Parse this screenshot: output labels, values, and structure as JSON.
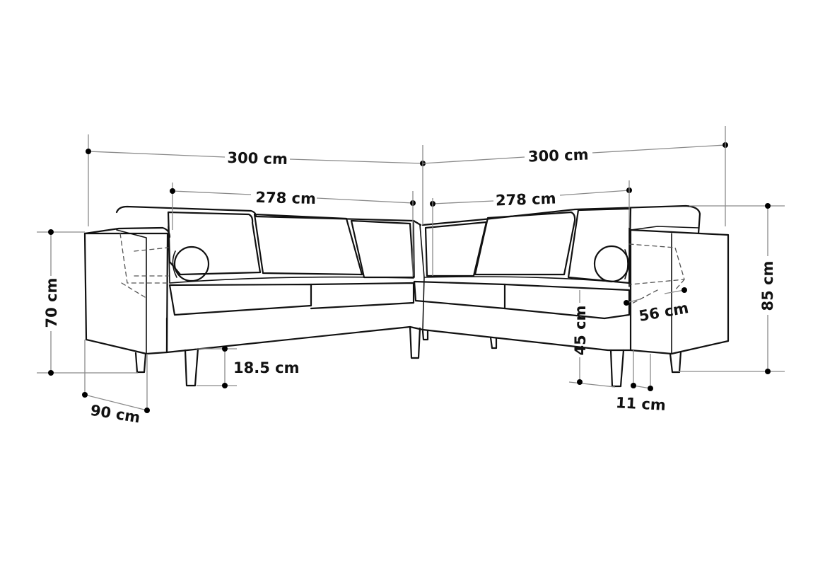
{
  "dimensions": {
    "left_overall_length": "300 cm",
    "right_overall_length": "300 cm",
    "left_inner_seat_length": "278 cm",
    "right_inner_seat_length": "278 cm",
    "armrest_height": "70 cm",
    "total_height": "85 cm",
    "seat_height": "45 cm",
    "seat_depth": "56 cm",
    "overall_depth": "90 cm",
    "leg_height": "18.5 cm",
    "armrest_width": "11 cm"
  },
  "colors": {
    "outline": "#111111",
    "dimension_line": "#8a8a8a",
    "marker": "#000000"
  }
}
